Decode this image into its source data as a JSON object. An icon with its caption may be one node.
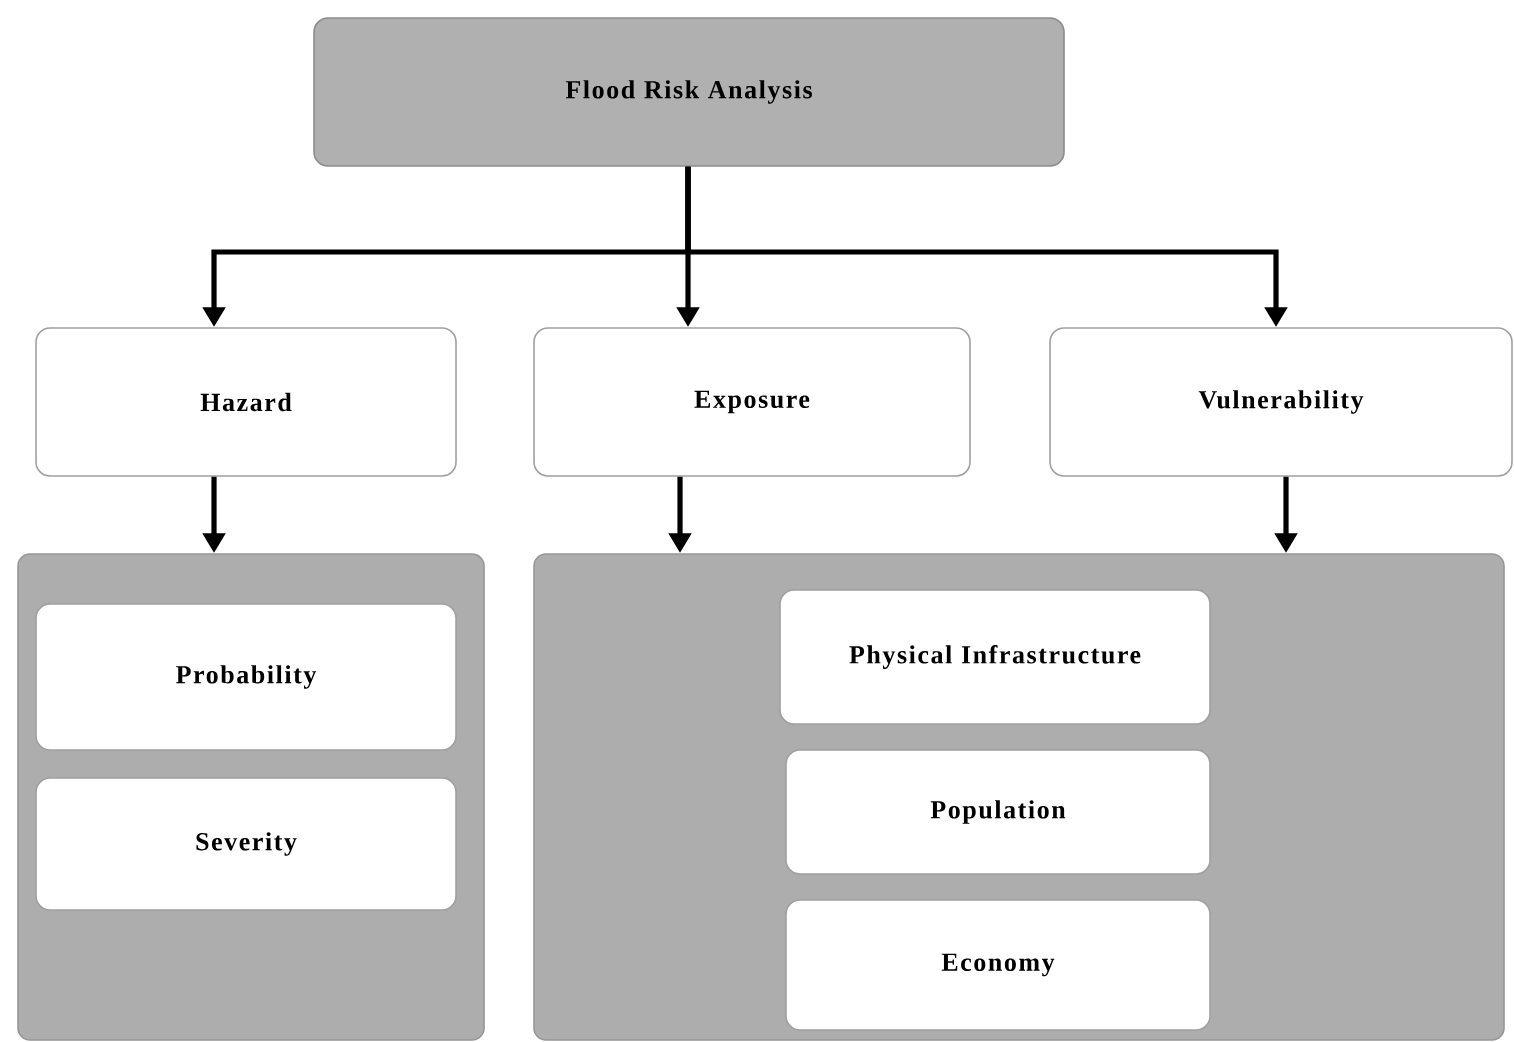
{
  "diagram": {
    "nodes": [
      {
        "text": [
          "Flood Risk Analysis"
        ]
      },
      {
        "text": [
          "Hazard"
        ]
      },
      {
        "text": [
          "Exposure"
        ]
      },
      {
        "text": [
          "Vulnerability"
        ]
      },
      {
        "text": [],
        "shape": "box"
      },
      {
        "text": [
          "Probability"
        ],
        "in": 4
      },
      {
        "text": [
          "Severity"
        ],
        "in": 4
      },
      {
        "text": [],
        "shape": "box"
      },
      {
        "text": [
          "Physical Infrastructure"
        ],
        "in": 7
      },
      {
        "text": [
          "Population"
        ],
        "in": 7
      },
      {
        "text": [
          "Economy"
        ],
        "in": 7
      }
    ],
    "edges": [
      {
        "from": 0,
        "to": 1,
        "arrow": "to"
      },
      {
        "from": 0,
        "to": 2,
        "arrow": "to"
      },
      {
        "from": 0,
        "to": 3,
        "arrow": "to"
      },
      {
        "from": 1,
        "to": 4,
        "arrow": "to"
      },
      {
        "from": 2,
        "to": 7,
        "arrow": "to"
      },
      {
        "from": 3,
        "to": 7,
        "arrow": "to"
      }
    ]
  }
}
